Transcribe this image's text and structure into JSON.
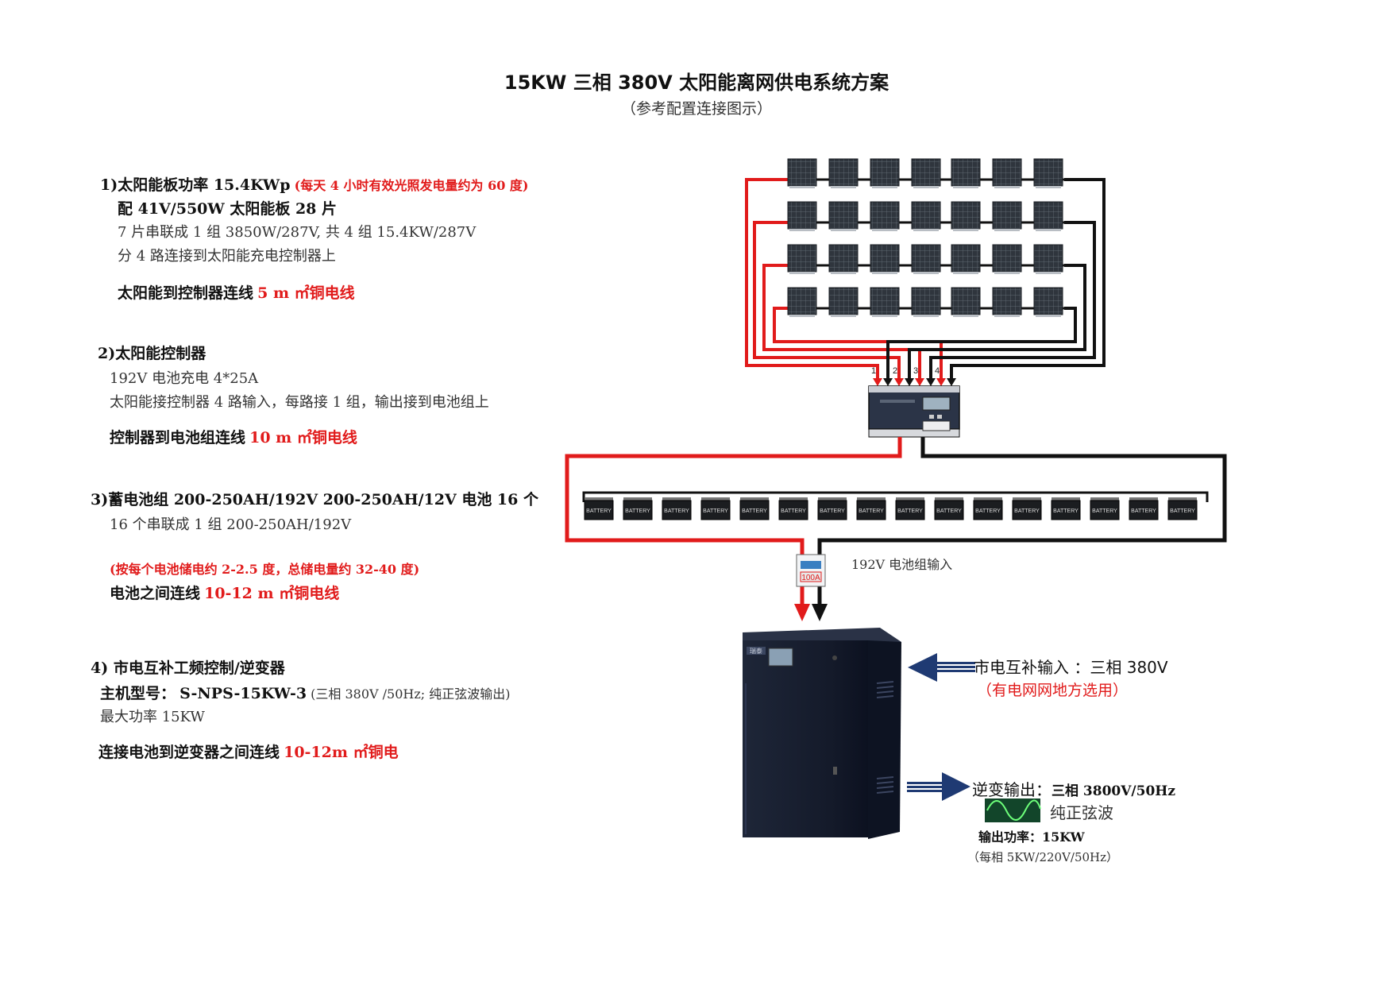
{
  "title": "15KW 三相 380V 太阳能离网供电系统方案",
  "subtitle": "（参考配置连接图示）",
  "sec1": {
    "heading": "1)太阳能板功率 15.4KWp",
    "note": "(每天 4 小时有效光照发电量约为 60 度)",
    "line1": "配 41V/550W 太阳能板 28 片",
    "line2": "7 片串联成 1 组 3850W/287V, 共 4 组 15.4KW/287V",
    "line3": "分 4 路连接到太阳能充电控制器上",
    "cable_label": "太阳能到控制器连线",
    "cable_value": "5 m ㎡铜电线"
  },
  "sec2": {
    "heading": "2)太阳能控制器",
    "line1": "192V 电池充电 4*25A",
    "line2": "太阳能接控制器 4 路输入，每路接 1 组，输出接到电池组上",
    "cable_label": "控制器到电池组连线",
    "cable_value": "10 m ㎡铜电线"
  },
  "sec3": {
    "heading": "3)蓄电池组 200-250AH/192V    200-250AH/12V 电池 16 个",
    "line1": "16 个串联成 1 组 200-250AH/192V",
    "note": "(按每个电池储电约 2-2.5 度，总储电量约 32-40 度)",
    "cable_label": "电池之间连线",
    "cable_value": "10-12 m ㎡铜电线"
  },
  "sec4": {
    "heading": "4)  市电互补工频控制/逆变器",
    "model_label": "主机型号：",
    "model_value": "S-NPS-15KW-3",
    "model_note": "(三相 380V /50Hz;  纯正弦波输出)",
    "line2": "最大功率 15KW",
    "cable_label": "连接电池到逆变器之间连线",
    "cable_value": "10-12m ㎡铜电"
  },
  "diagram": {
    "controller_inputs": [
      "1",
      "2",
      "3",
      "4"
    ],
    "battery_label": "BATTERY",
    "breaker_label": "100A",
    "battery_input_label": "192V 电池组输入",
    "grid_input_label": "市电互补输入 ：三相 380V",
    "grid_input_note": "（有电网网地方选用）",
    "inverter_output_label": "逆变输出：",
    "inverter_output_value": "三相 3800V/50Hz",
    "sine_label": "纯正弦波",
    "output_power": "输出功率：15KW",
    "per_phase": "（每相 5KW/220V/50Hz）",
    "cabinet_brand": "瑞泰"
  },
  "colors": {
    "red": "#e11b1b",
    "panel": "#2f353d",
    "cabinet": "#141a2a",
    "arrow": "#1f3a73"
  }
}
